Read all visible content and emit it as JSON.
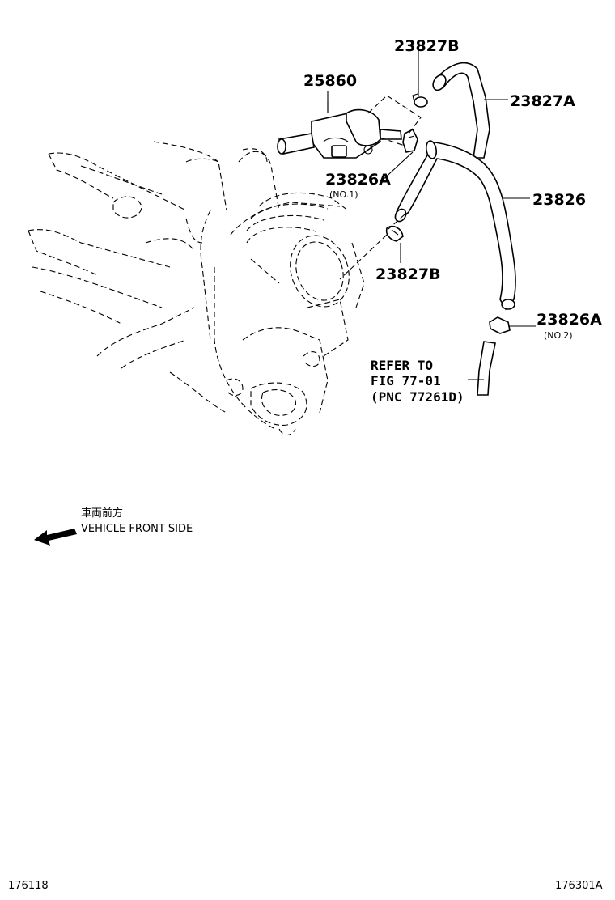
{
  "labels": {
    "p25860": "25860",
    "p23827B_top": "23827B",
    "p23827A": "23827A",
    "p23826A_1": "23826A",
    "p23826A_1_sub": "(NO.1)",
    "p23826": "23826",
    "p23827B_mid": "23827B",
    "p23826A_2": "23826A",
    "p23826A_2_sub": "(NO.2)"
  },
  "refer": {
    "line1": "REFER TO",
    "line2": "FIG 77-01",
    "line3": "(PNC 77261D)"
  },
  "direction": {
    "jp": "車両前方",
    "en": "VEHICLE FRONT SIDE"
  },
  "footer": {
    "left": "176118",
    "right": "176301A"
  }
}
